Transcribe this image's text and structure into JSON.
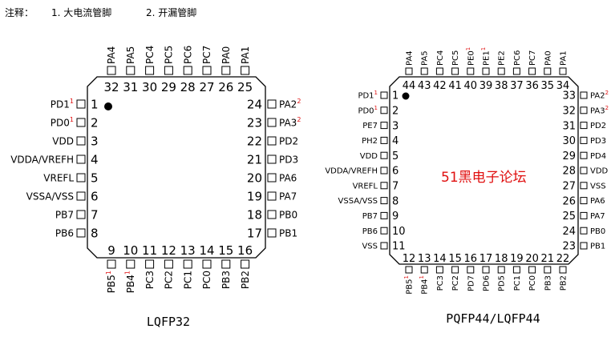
{
  "note": {
    "prefix": "注释：",
    "items": [
      "1. 大电流管脚",
      "2. 开漏管脚"
    ]
  },
  "watermark": "51黑电子论坛",
  "lqfp32": {
    "caption": "LQFP32",
    "top": [
      {
        "num": "32",
        "label": "PA4"
      },
      {
        "num": "31",
        "label": "PA5"
      },
      {
        "num": "30",
        "label": "PC4"
      },
      {
        "num": "29",
        "label": "PC5"
      },
      {
        "num": "28",
        "label": "PC6"
      },
      {
        "num": "27",
        "label": "PC7"
      },
      {
        "num": "26",
        "label": "PA0"
      },
      {
        "num": "25",
        "label": "PA1"
      }
    ],
    "left": [
      {
        "num": "1",
        "label": "PD1",
        "sup": "1"
      },
      {
        "num": "2",
        "label": "PD0",
        "sup": "1"
      },
      {
        "num": "3",
        "label": "VDD",
        "sup": ""
      },
      {
        "num": "4",
        "label": "VDDA/VREFH",
        "sup": ""
      },
      {
        "num": "5",
        "label": "VREFL",
        "sup": ""
      },
      {
        "num": "6",
        "label": "VSSA/VSS",
        "sup": ""
      },
      {
        "num": "7",
        "label": "PB7",
        "sup": ""
      },
      {
        "num": "8",
        "label": "PB6",
        "sup": ""
      }
    ],
    "right": [
      {
        "num": "24",
        "label": "PA2",
        "sup": "2"
      },
      {
        "num": "23",
        "label": "PA3",
        "sup": "2"
      },
      {
        "num": "22",
        "label": "PD2",
        "sup": ""
      },
      {
        "num": "21",
        "label": "PD3",
        "sup": ""
      },
      {
        "num": "20",
        "label": "PA6",
        "sup": ""
      },
      {
        "num": "19",
        "label": "PA7",
        "sup": ""
      },
      {
        "num": "18",
        "label": "PB0",
        "sup": ""
      },
      {
        "num": "17",
        "label": "PB1",
        "sup": ""
      }
    ],
    "bottom": [
      {
        "num": "9",
        "label": "PB5",
        "sup": "1"
      },
      {
        "num": "10",
        "label": "PB4",
        "sup": "1"
      },
      {
        "num": "11",
        "label": "PC3",
        "sup": ""
      },
      {
        "num": "12",
        "label": "PC2",
        "sup": ""
      },
      {
        "num": "13",
        "label": "PC1",
        "sup": ""
      },
      {
        "num": "14",
        "label": "PC0",
        "sup": ""
      },
      {
        "num": "15",
        "label": "PB3",
        "sup": ""
      },
      {
        "num": "16",
        "label": "PB2",
        "sup": ""
      }
    ]
  },
  "lqfp44": {
    "caption": "PQFP44/LQFP44",
    "top": [
      {
        "num": "44",
        "label": "PA4",
        "sup": ""
      },
      {
        "num": "43",
        "label": "PA5",
        "sup": ""
      },
      {
        "num": "42",
        "label": "PC4",
        "sup": ""
      },
      {
        "num": "41",
        "label": "PC5",
        "sup": ""
      },
      {
        "num": "40",
        "label": "PE0",
        "sup": "1"
      },
      {
        "num": "39",
        "label": "PE1",
        "sup": "1"
      },
      {
        "num": "38",
        "label": "PE2",
        "sup": ""
      },
      {
        "num": "37",
        "label": "PC6",
        "sup": ""
      },
      {
        "num": "36",
        "label": "PC7",
        "sup": ""
      },
      {
        "num": "35",
        "label": "PA0",
        "sup": ""
      },
      {
        "num": "34",
        "label": "PA1",
        "sup": ""
      }
    ],
    "left": [
      {
        "num": "1",
        "label": "PD1",
        "sup": "1"
      },
      {
        "num": "2",
        "label": "PD0",
        "sup": "1"
      },
      {
        "num": "3",
        "label": "PE7",
        "sup": ""
      },
      {
        "num": "4",
        "label": "PH2",
        "sup": ""
      },
      {
        "num": "5",
        "label": "VDD",
        "sup": ""
      },
      {
        "num": "6",
        "label": "VDDA/VREFH",
        "sup": ""
      },
      {
        "num": "7",
        "label": "VREFL",
        "sup": ""
      },
      {
        "num": "8",
        "label": "VSSA/VSS",
        "sup": ""
      },
      {
        "num": "9",
        "label": "PB7",
        "sup": ""
      },
      {
        "num": "10",
        "label": "PB6",
        "sup": ""
      },
      {
        "num": "11",
        "label": "VSS",
        "sup": ""
      }
    ],
    "right": [
      {
        "num": "33",
        "label": "PA2",
        "sup": "2"
      },
      {
        "num": "32",
        "label": "PA3",
        "sup": "2"
      },
      {
        "num": "31",
        "label": "PD2",
        "sup": ""
      },
      {
        "num": "30",
        "label": "PD3",
        "sup": ""
      },
      {
        "num": "29",
        "label": "PD4",
        "sup": ""
      },
      {
        "num": "28",
        "label": "VDD",
        "sup": ""
      },
      {
        "num": "27",
        "label": "VSS",
        "sup": ""
      },
      {
        "num": "26",
        "label": "PA6",
        "sup": ""
      },
      {
        "num": "25",
        "label": "PA7",
        "sup": ""
      },
      {
        "num": "24",
        "label": "PB0",
        "sup": ""
      },
      {
        "num": "23",
        "label": "PB1",
        "sup": ""
      }
    ],
    "bottom": [
      {
        "num": "12",
        "label": "PB5",
        "sup": "1"
      },
      {
        "num": "13",
        "label": "PB4",
        "sup": "1"
      },
      {
        "num": "14",
        "label": "PC3",
        "sup": ""
      },
      {
        "num": "15",
        "label": "PC2",
        "sup": ""
      },
      {
        "num": "16",
        "label": "PD7",
        "sup": ""
      },
      {
        "num": "17",
        "label": "PD6",
        "sup": ""
      },
      {
        "num": "18",
        "label": "PD5",
        "sup": ""
      },
      {
        "num": "19",
        "label": "PC1",
        "sup": ""
      },
      {
        "num": "20",
        "label": "PC0",
        "sup": ""
      },
      {
        "num": "21",
        "label": "PB3",
        "sup": ""
      },
      {
        "num": "22",
        "label": "PB2",
        "sup": ""
      }
    ]
  },
  "colors": {
    "line": "#000000",
    "sup": "#e01010",
    "watermark": "#e01010"
  }
}
